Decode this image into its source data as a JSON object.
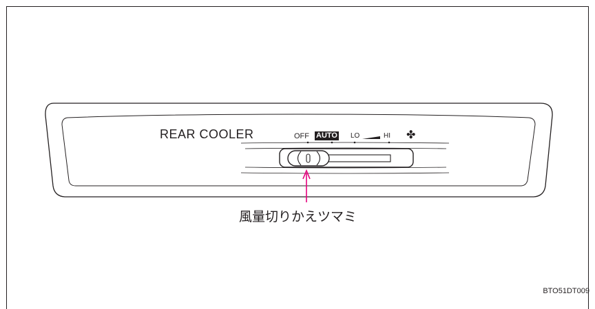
{
  "panel": {
    "title": "REAR  COOLER",
    "positions": {
      "off": "OFF",
      "auto": "AUTO",
      "lo": "LO",
      "hi": "HI"
    },
    "fan_icon": "fan-icon"
  },
  "callout": {
    "label": "風量切りかえツマミ",
    "color": "#e6007e"
  },
  "figure_code": "BTO51DT009"
}
